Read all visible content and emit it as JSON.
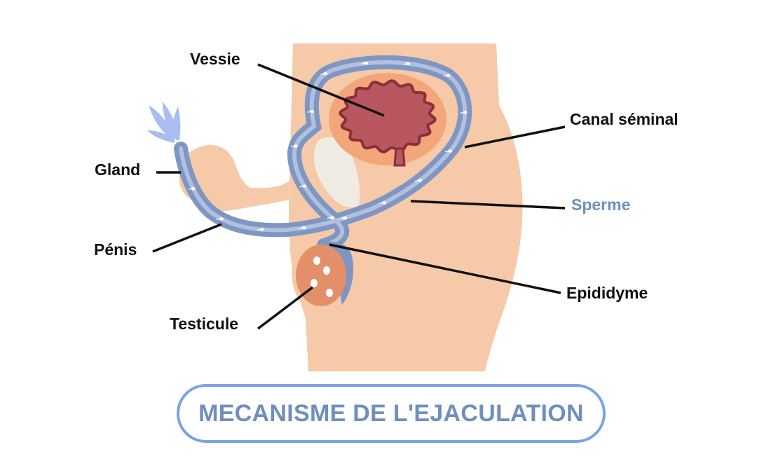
{
  "title": "MECANISME DE L'EJACULATION",
  "labels": {
    "vessie": "Vessie",
    "canal_seminal": "Canal séminal",
    "gland": "Gland",
    "sperme": "Sperme",
    "penis": "Pénis",
    "epididyme": "Epididyme",
    "testicule": "Testicule"
  },
  "colors": {
    "skin": "#f6c9a8",
    "duct": "#7f96c2",
    "bladder_outer": "#f2a679",
    "bladder_inner": "#b8575f",
    "bladder_border": "#8c2e3a",
    "prostate": "#f0ece4",
    "testicle": "#e3906a",
    "spray": "#a9bdf0",
    "sperme_text": "#6f8fbf",
    "title_border": "#7aa2e6",
    "title_text": "#6f8fbf"
  }
}
